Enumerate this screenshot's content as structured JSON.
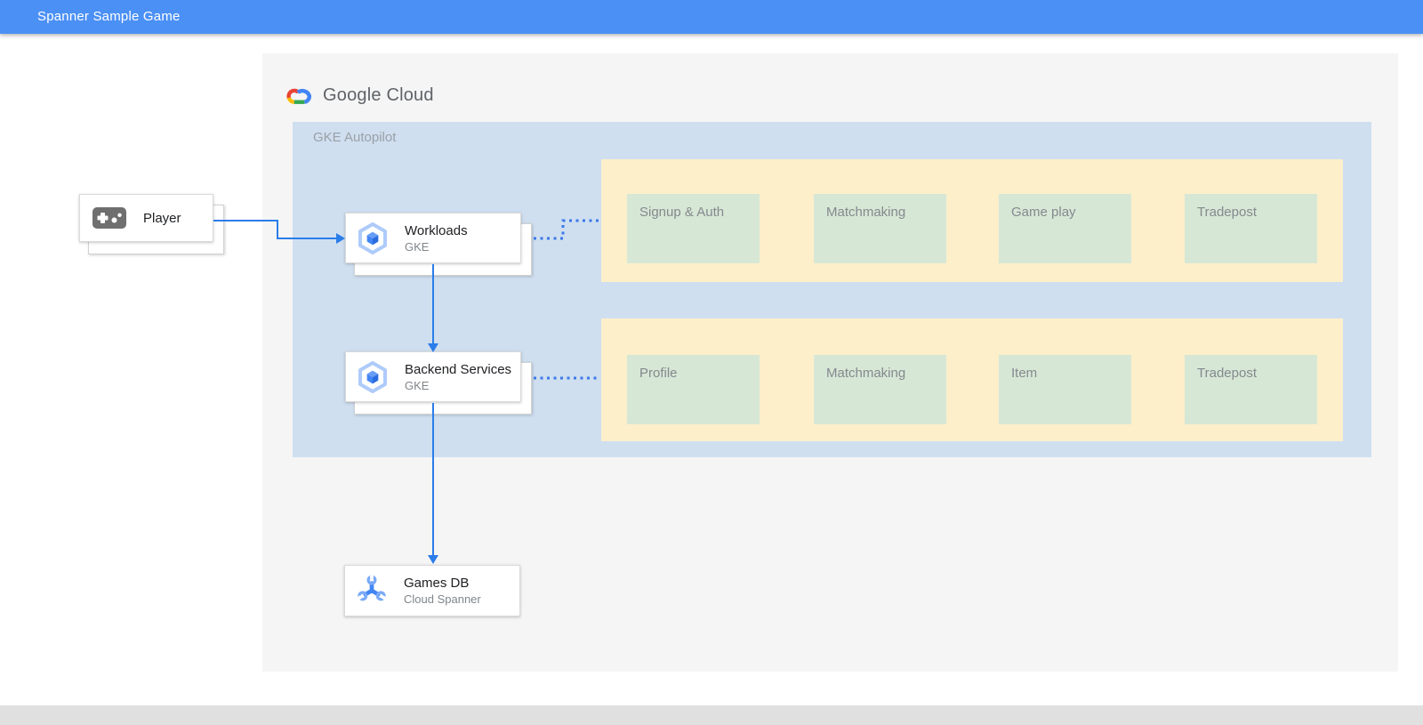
{
  "header": {
    "title": "Spanner Sample Game"
  },
  "logo": {
    "text": "Google Cloud",
    "icon": "google-cloud-logo-icon"
  },
  "gke_panel": {
    "label": "GKE Autopilot"
  },
  "nodes": {
    "player": {
      "label": "Player",
      "icon": "gamepad-icon"
    },
    "workloads": {
      "title": "Workloads",
      "subtitle": "GKE",
      "icon": "gke-icon"
    },
    "backend_services": {
      "title": "Backend Services",
      "subtitle": "GKE",
      "icon": "gke-icon"
    },
    "games_db": {
      "title": "Games DB",
      "subtitle": "Cloud Spanner",
      "icon": "cloud-spanner-icon"
    }
  },
  "service_groups": [
    {
      "name": "workloads-services",
      "services": [
        "Signup & Auth",
        "Matchmaking",
        "Game play",
        "Tradepost"
      ]
    },
    {
      "name": "backend-services",
      "services": [
        "Profile",
        "Matchmaking",
        "Item",
        "Tradepost"
      ]
    }
  ],
  "colors": {
    "topbar": "#4b90f5",
    "connector": "#2b7de9",
    "gke_panel_bg": "#cfdff0",
    "service_group_bg": "#fcefca",
    "service_bg": "#d7e7d6",
    "panel_bg": "#f5f5f5",
    "footer_bar": "#e0e0e0"
  }
}
